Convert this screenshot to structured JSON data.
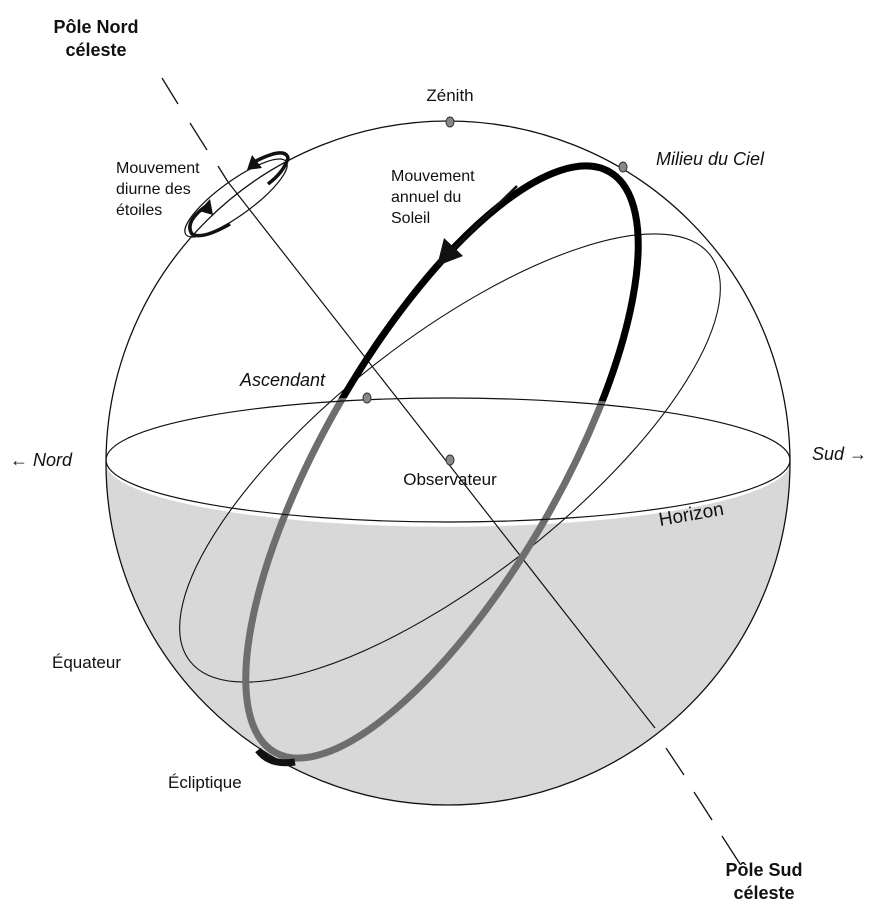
{
  "labels": {
    "north_pole_line1": "Pôle Nord",
    "north_pole_line2": "céleste",
    "south_pole_line1": "Pôle Sud",
    "south_pole_line2": "céleste",
    "zenith": "Zénith",
    "midheaven": "Milieu du Ciel",
    "diurnal_line1": "Mouvement",
    "diurnal_line2": "diurne des",
    "diurnal_line3": "étoiles",
    "annual_line1": "Mouvement",
    "annual_line2": "annuel du",
    "annual_line3": "Soleil",
    "ascendant": "Ascendant",
    "north": "← Nord",
    "south": "Sud →",
    "observer": "Observateur",
    "horizon": "Horizon",
    "equator": "Équateur",
    "ecliptic": "Écliptique"
  },
  "colors": {
    "below_horizon_fill": "#d8d8d8",
    "line": "#111111",
    "ecliptic_above": "#000000",
    "ecliptic_below": "#6e6e6e",
    "point_marker": "#888888"
  }
}
